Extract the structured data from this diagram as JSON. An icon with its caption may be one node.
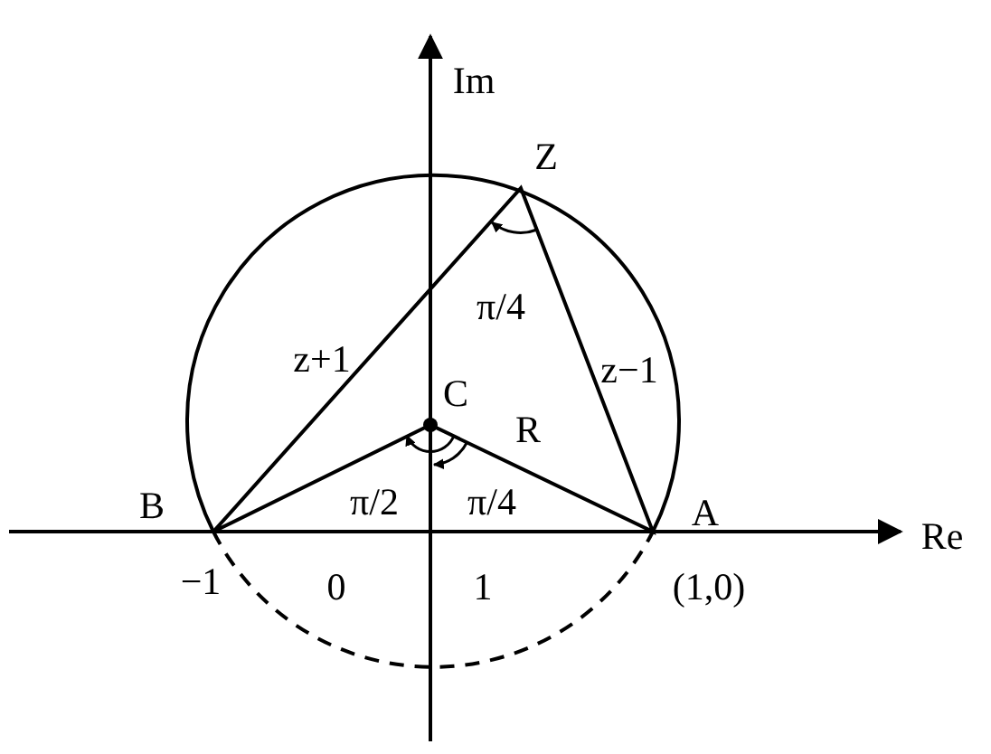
{
  "diagram": {
    "labels": [
      "Im",
      "Z",
      "π/4",
      "z+1",
      "z−1",
      "C",
      "R",
      "B",
      "π/2",
      "π/4",
      "A",
      "Re",
      "−1",
      "0",
      "1",
      "(1,0)"
    ]
  }
}
